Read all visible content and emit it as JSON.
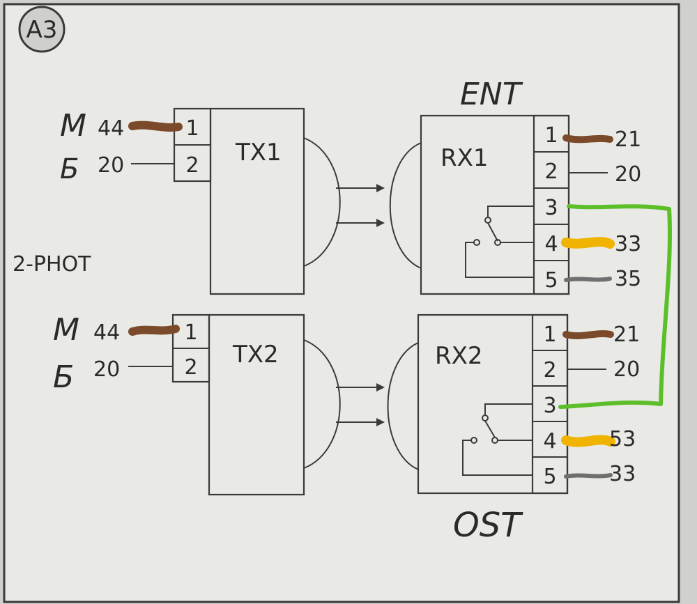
{
  "badge": "A3",
  "group_label": "2-PHOT",
  "transmitters": [
    {
      "name": "TX1",
      "hand_marks": [
        "М",
        "Б"
      ],
      "pins": [
        {
          "num": "1",
          "wire": "44"
        },
        {
          "num": "2",
          "wire": "20"
        }
      ]
    },
    {
      "name": "TX2",
      "hand_marks": [
        "М",
        "Б"
      ],
      "pins": [
        {
          "num": "1",
          "wire": "44"
        },
        {
          "num": "2",
          "wire": "20"
        }
      ]
    }
  ],
  "receivers": [
    {
      "name": "RX1",
      "hand_label": "ENT",
      "pins": [
        {
          "num": "1",
          "wire": "21"
        },
        {
          "num": "2",
          "wire": "20"
        },
        {
          "num": "3",
          "wire": ""
        },
        {
          "num": "4",
          "wire": "33"
        },
        {
          "num": "5",
          "wire": "35"
        }
      ]
    },
    {
      "name": "RX2",
      "hand_label": "OST",
      "pins": [
        {
          "num": "1",
          "wire": "21"
        },
        {
          "num": "2",
          "wire": "20"
        },
        {
          "num": "3",
          "wire": ""
        },
        {
          "num": "4",
          "wire": "53"
        },
        {
          "num": "5",
          "wire": "33"
        }
      ]
    }
  ],
  "colors": {
    "paper": "#e9eae6",
    "ink": "#2a2a2a",
    "brown_marker": "#7a4a2a",
    "yellow_marker": "#f0b400",
    "gray_marker": "#6f6f6f",
    "green_marker": "#5cbf2a"
  }
}
